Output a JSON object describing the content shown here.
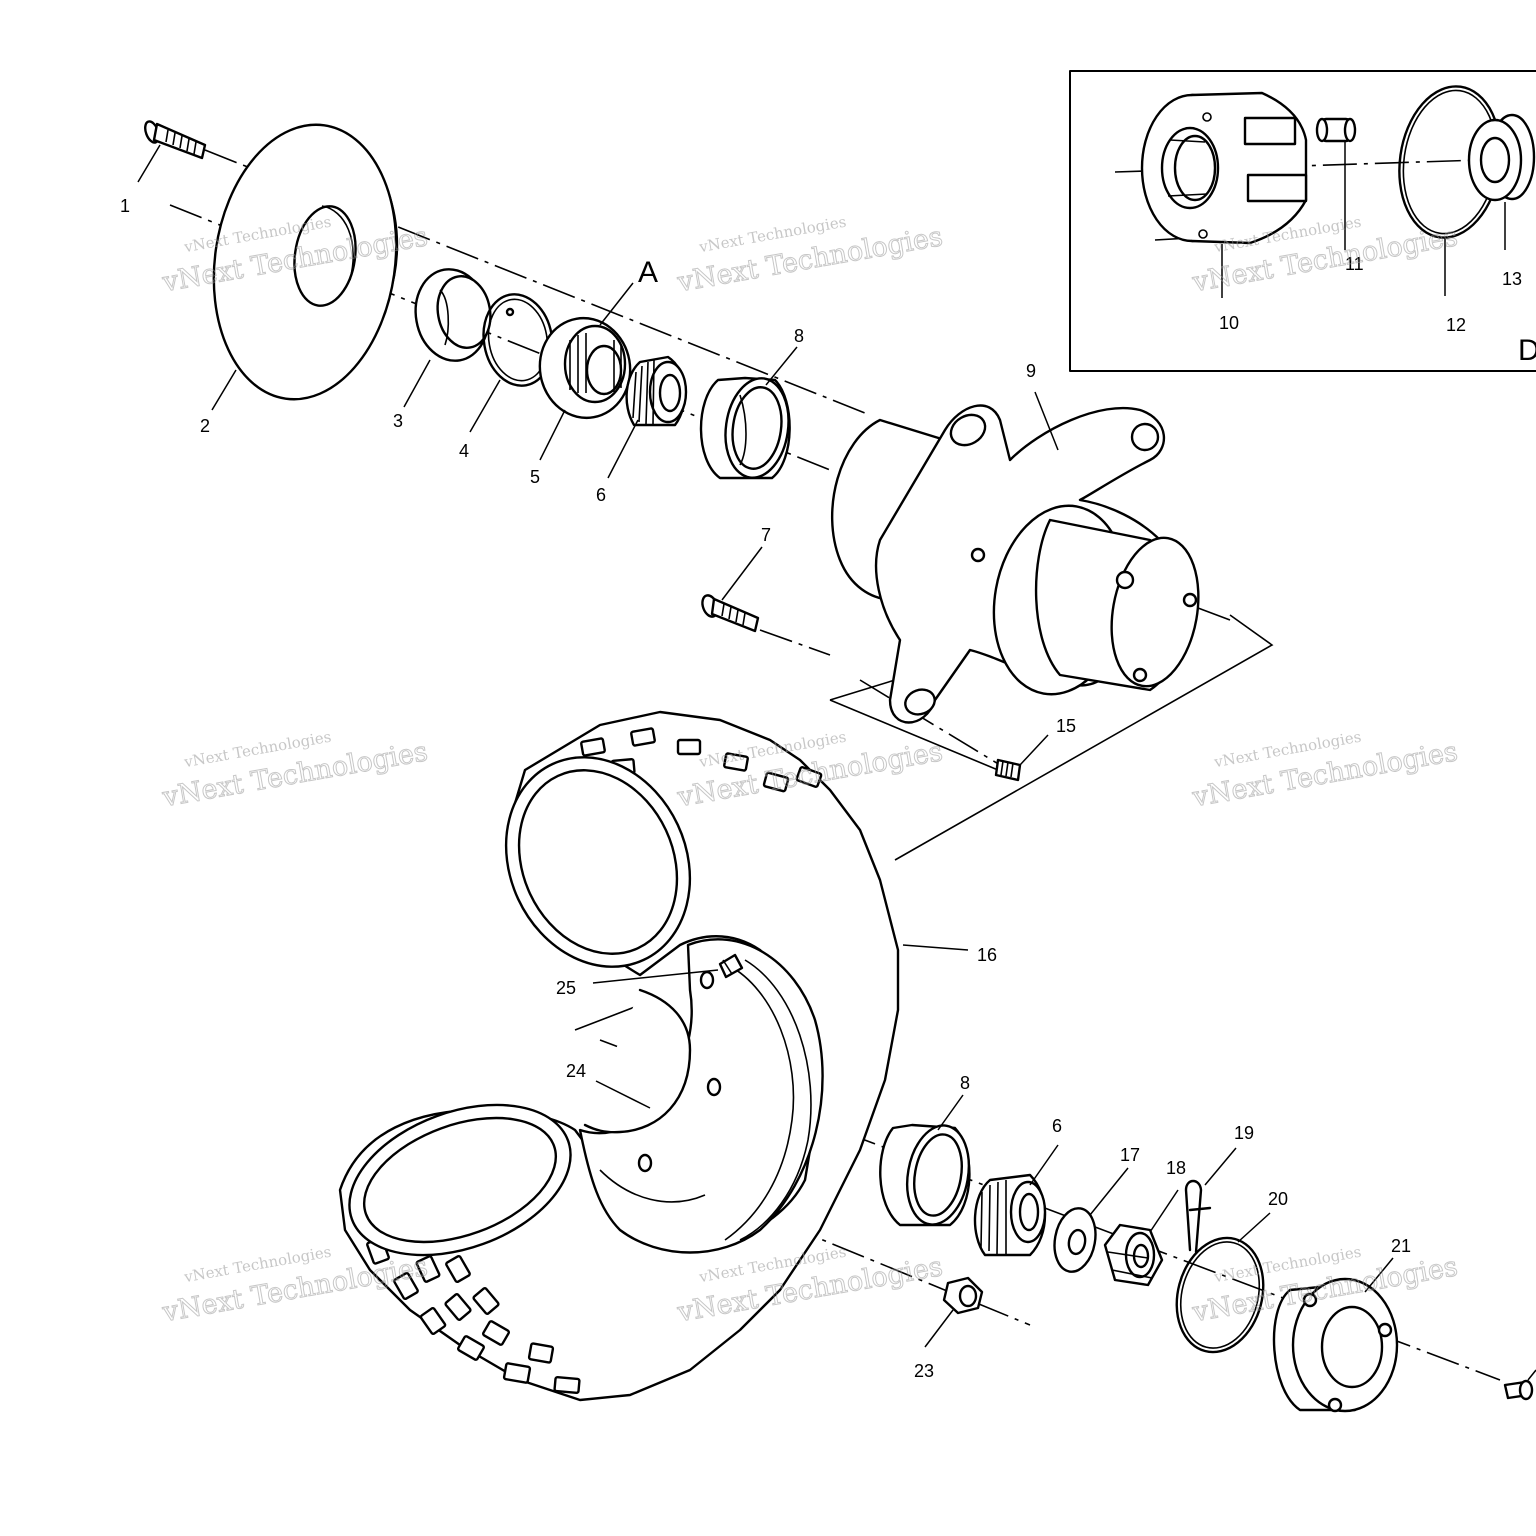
{
  "diagram": {
    "callouts": [
      {
        "id": "1",
        "text": "1"
      },
      {
        "id": "2",
        "text": "2"
      },
      {
        "id": "3",
        "text": "3"
      },
      {
        "id": "4",
        "text": "4"
      },
      {
        "id": "5",
        "text": "5"
      },
      {
        "id": "6a",
        "text": "6"
      },
      {
        "id": "7",
        "text": "7"
      },
      {
        "id": "8a",
        "text": "8"
      },
      {
        "id": "9",
        "text": "9"
      },
      {
        "id": "10",
        "text": "10"
      },
      {
        "id": "11",
        "text": "11"
      },
      {
        "id": "12",
        "text": "12"
      },
      {
        "id": "13",
        "text": "13"
      },
      {
        "id": "15",
        "text": "15"
      },
      {
        "id": "16",
        "text": "16"
      },
      {
        "id": "25",
        "text": "25"
      },
      {
        "id": "24",
        "text": "24"
      },
      {
        "id": "8b",
        "text": "8"
      },
      {
        "id": "6b",
        "text": "6"
      },
      {
        "id": "17",
        "text": "17"
      },
      {
        "id": "18",
        "text": "18"
      },
      {
        "id": "19",
        "text": "19"
      },
      {
        "id": "20",
        "text": "20"
      },
      {
        "id": "21",
        "text": "21"
      },
      {
        "id": "23",
        "text": "23"
      }
    ],
    "detail_marker": "A",
    "detail_box_marker": "D",
    "watermark_line1": "vNext Technologies",
    "watermark_line2": "vNext Technologies"
  }
}
